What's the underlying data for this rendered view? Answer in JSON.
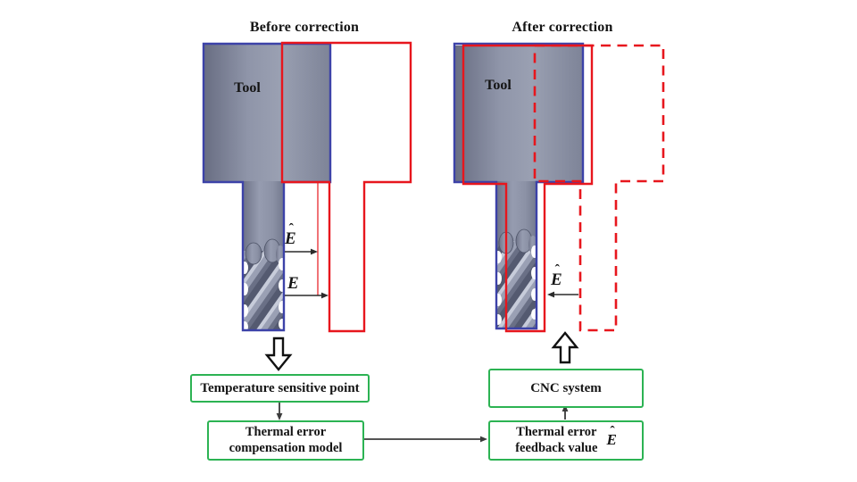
{
  "diagram": {
    "before": {
      "title": "Before correction",
      "tool_label": "Tool"
    },
    "after": {
      "title": "After correction",
      "tool_label": "Tool"
    },
    "labels": {
      "e": "E",
      "hat": "ˆ"
    }
  },
  "flowchart": {
    "temp_box": "Temperature sensitive point",
    "comp_box": {
      "line1": "Thermal error",
      "line2": "compensation model"
    },
    "cnc_box": "CNC system",
    "feedback_box": {
      "line1": "Thermal error",
      "line2": "feedback value"
    }
  },
  "colors": {
    "tool_outline_blue": "#3c42a8",
    "error_red": "#e7161d",
    "box_border_green": "#2cb353",
    "tool_body_gray": "#8f95a9"
  }
}
